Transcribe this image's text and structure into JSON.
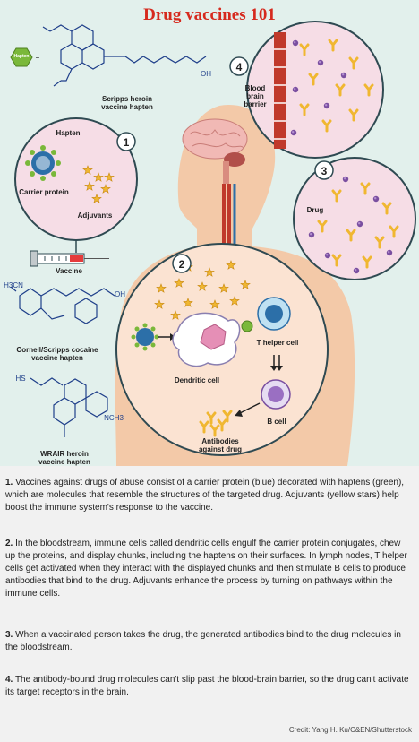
{
  "title": "Drug vaccines 101",
  "labels": {
    "hapten_badge": "Hapten",
    "hapten_eq": "=",
    "scripps_heroin": "Scripps heroin vaccine hapten",
    "hapten": "Hapten",
    "carrier_protein": "Carrier protein",
    "adjuvants": "Adjuvants",
    "vaccine": "Vaccine",
    "cornell_cocaine": "Cornell/Scripps cocaine vaccine hapten",
    "wrair_heroin": "WRAIR heroin vaccine hapten",
    "blood_brain_barrier": "Blood brain barrier",
    "drug": "Drug",
    "t_helper": "T helper cell",
    "dendritic": "Dendritic cell",
    "b_cell": "B cell",
    "antibodies": "Antibodies against drug",
    "mol_oh": "OH",
    "mol_h3cn": "H3CN",
    "mol_hs": "HS",
    "mol_nch3": "NCH3"
  },
  "steps": [
    "1",
    "2",
    "3",
    "4"
  ],
  "notes": [
    {
      "num": "1.",
      "text": "Vaccines against drugs of abuse consist of a carrier protein (blue) decorated with haptens (green), which are molecules that resemble the structures of the targeted drug. Adjuvants (yellow stars) help boost the immune system's response to the vaccine."
    },
    {
      "num": "2.",
      "text": "In the bloodstream, immune cells called dendritic cells engulf the carrier protein conjugates, chew up the proteins, and display chunks, including the haptens on their surfaces. In lymph nodes, T helper cells get activated when they interact with the displayed chunks and then stimulate B cells to produce antibodies that bind to the drug. Adjuvants enhance the process by turning on pathways within the immune cells."
    },
    {
      "num": "3.",
      "text": "When a vaccinated person takes the drug, the generated antibodies bind to the drug molecules in the bloodstream."
    },
    {
      "num": "4.",
      "text": "The antibody-bound drug molecules can't slip past the blood-brain barrier, so the drug can't activate its target receptors in the brain."
    }
  ],
  "credit": "Credit: Yang H. Ku/C&EN/Shutterstock",
  "colors": {
    "title_red": "#d62a1e",
    "background": "#e2f0ec",
    "circle_pink": "#f6dde6",
    "circle_peach": "#fbe3d2",
    "body_peach": "#f3c9a8",
    "blood_red": "#c0392b",
    "antibody_yellow": "#f0b731",
    "drug_purple": "#7a4fa0",
    "carrier_blue": "#2c6fa8",
    "hapten_green": "#7ab83a"
  },
  "icons": [
    "hapten-hexagon-icon",
    "carrier-protein-icon",
    "adjuvant-star-icon",
    "syringe-icon",
    "antibody-icon",
    "drug-molecule-icon",
    "dendritic-cell-icon",
    "t-helper-cell-icon",
    "b-cell-icon",
    "brain-icon"
  ]
}
